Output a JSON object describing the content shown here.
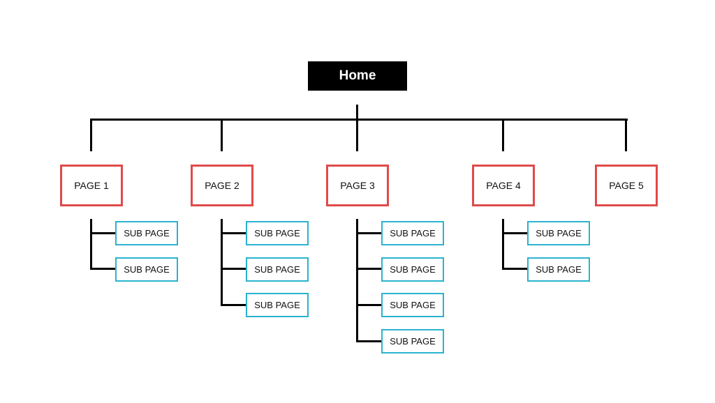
{
  "home": {
    "label": "Home"
  },
  "pages": [
    {
      "label": "PAGE 1",
      "subpages": [
        "SUB PAGE",
        "SUB PAGE"
      ]
    },
    {
      "label": "PAGE 2",
      "subpages": [
        "SUB PAGE",
        "SUB PAGE",
        "SUB PAGE"
      ]
    },
    {
      "label": "PAGE 3",
      "subpages": [
        "SUB PAGE",
        "SUB PAGE",
        "SUB PAGE",
        "SUB PAGE"
      ]
    },
    {
      "label": "PAGE 4",
      "subpages": [
        "SUB PAGE",
        "SUB PAGE"
      ]
    },
    {
      "label": "PAGE 5",
      "subpages": []
    }
  ],
  "colors": {
    "home_fill": "#000000",
    "page_border": "#e04a4a",
    "subpage_border": "#2ab3cf",
    "connector": "#000000"
  }
}
